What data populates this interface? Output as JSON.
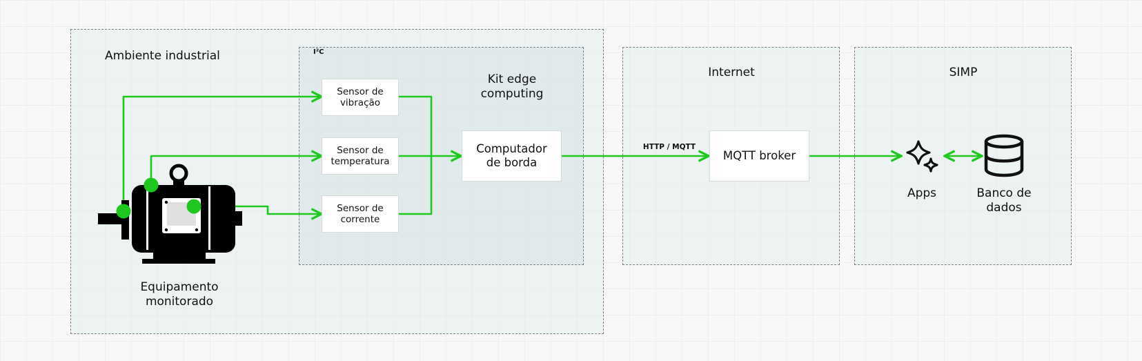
{
  "zones": {
    "industrial": "Ambiente industrial",
    "kit": "Kit edge\ncomputing",
    "i2c": "I²C",
    "internet": "Internet",
    "simp": "SIMP"
  },
  "sensors": {
    "vibration": "Sensor de\nvibração",
    "temperature": "Sensor de\ntemperatura",
    "current": "Sensor de\ncorrente"
  },
  "edge_computer": "Computador\nde borda",
  "protocol": "HTTP / MQTT",
  "broker": "MQTT broker",
  "equipment": "Equipamento\nmonitorado",
  "apps": "Apps",
  "database": "Banco de\ndados",
  "colors": {
    "wire": "#1ec81e",
    "icon": "#111111"
  },
  "icons": [
    "motor-icon",
    "sparkle-icon",
    "database-icon"
  ]
}
